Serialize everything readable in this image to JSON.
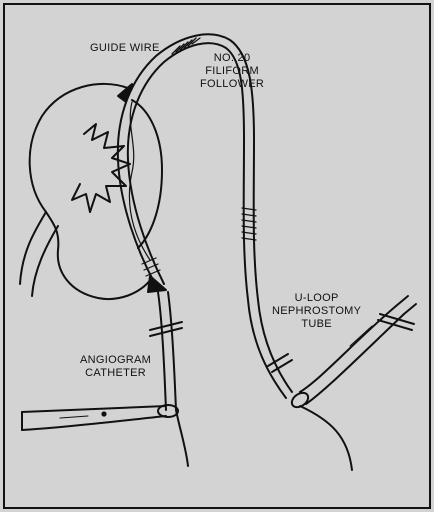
{
  "labels": {
    "guide_wire": "GUIDE WIRE",
    "filiform": [
      "NO. 20",
      "FILIFORM",
      "FOLLOWER"
    ],
    "nephrostomy": [
      "U-LOOP",
      "NEPHROSTOMY",
      "TUBE"
    ],
    "angiogram": [
      "ANGIOGRAM",
      "CATHETER"
    ]
  },
  "colors": {
    "background": "#d3d3d3",
    "ink": "#111111"
  }
}
